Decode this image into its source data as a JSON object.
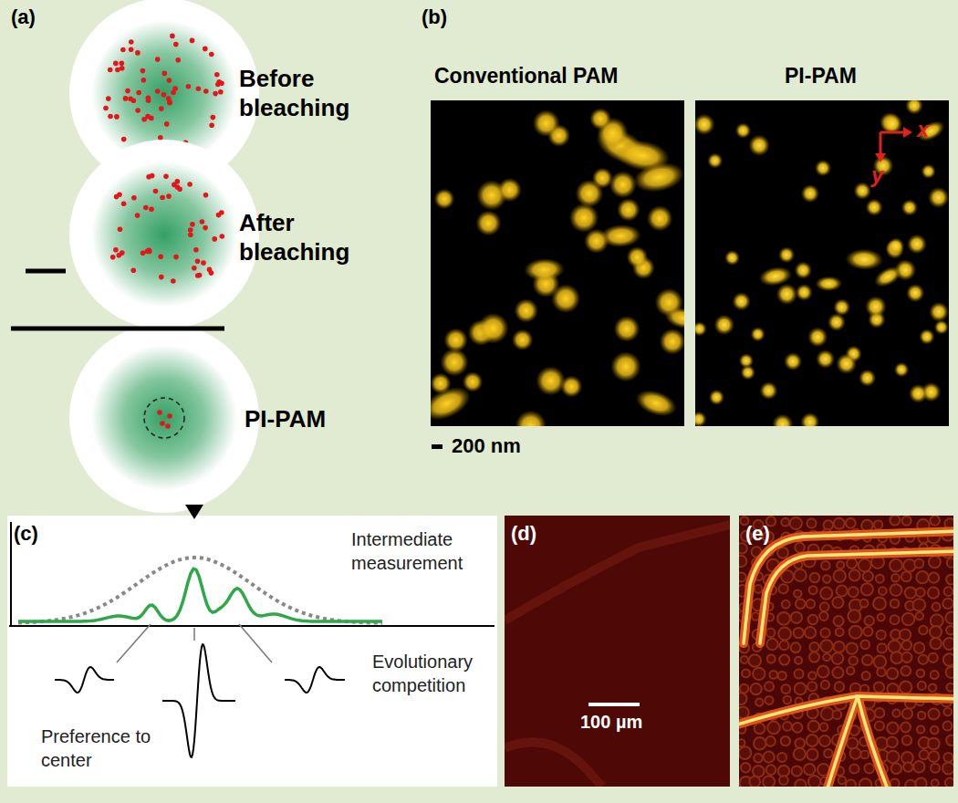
{
  "diagram": {
    "labels": [
      "(a)",
      "Before bleaching",
      "After bleaching",
      "PI-PAM",
      "(b)",
      "Conventional PAM",
      "PI-PAM",
      "x",
      "y",
      "200 nm",
      "(c)",
      "Intermediate measurement",
      "Evolutionary competition",
      "Preference to center",
      "(d)",
      "(e)",
      "100 µm"
    ]
  }
}
